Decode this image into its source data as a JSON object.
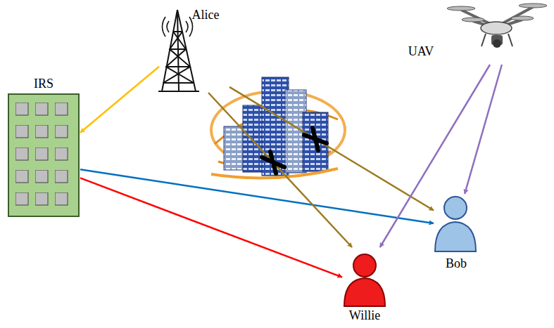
{
  "diagram": {
    "nodes": [
      {
        "text": [
          "Alice"
        ]
      },
      {
        "text": [
          "IRS"
        ]
      },
      {
        "text": [
          "UAV"
        ]
      },
      {
        "text": [
          "Bob"
        ]
      },
      {
        "text": [
          "Willie"
        ]
      }
    ],
    "edges": [
      {
        "from": 0,
        "to": 1,
        "arrow": "to"
      },
      {
        "from": 1,
        "to": 3,
        "arrow": "to"
      },
      {
        "from": 1,
        "to": 4,
        "arrow": "to"
      },
      {
        "from": 0,
        "to": 4,
        "arrow": "to"
      },
      {
        "from": 0,
        "to": 3,
        "arrow": "to"
      },
      {
        "from": 2,
        "to": 4,
        "arrow": "to"
      },
      {
        "from": 2,
        "to": 3,
        "arrow": "to"
      }
    ]
  }
}
